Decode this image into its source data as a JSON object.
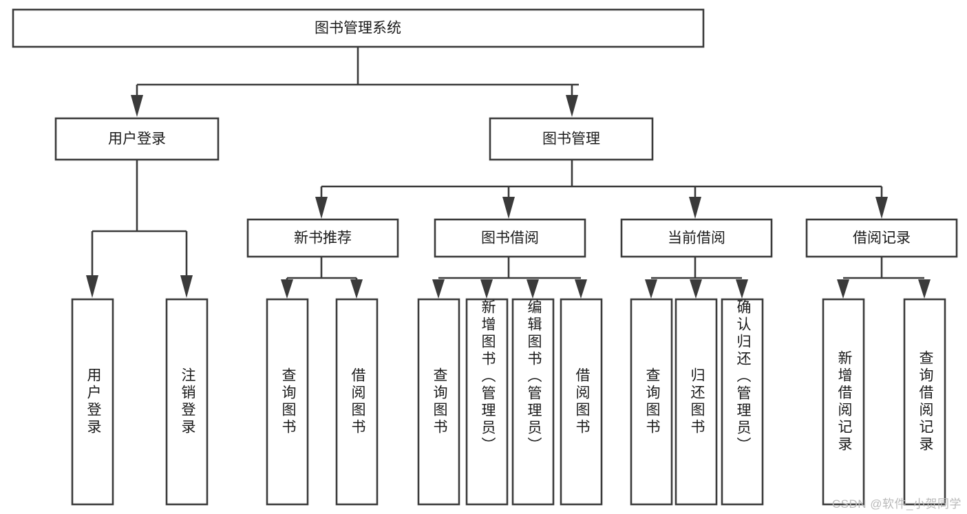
{
  "diagram": {
    "title": "图书管理系统",
    "type": "tree",
    "orientation": "top-down",
    "colors": {
      "box_stroke": "#3a3a3a",
      "box_fill": "#ffffff",
      "text": "#1a1a1a",
      "background": "#ffffff",
      "watermark": "#b9b9b9"
    },
    "root": {
      "label": "图书管理系统"
    },
    "level2": [
      {
        "label": "用户登录"
      },
      {
        "label": "图书管理"
      }
    ],
    "level3": [
      {
        "label": "新书推荐"
      },
      {
        "label": "图书借阅"
      },
      {
        "label": "当前借阅"
      },
      {
        "label": "借阅记录"
      }
    ],
    "leaves": {
      "user_login": [
        {
          "label": "用户登录"
        },
        {
          "label": "注销登录"
        }
      ],
      "new_book_recommend": [
        {
          "label": "查询图书"
        },
        {
          "label": "借阅图书"
        }
      ],
      "book_borrow": [
        {
          "label": "查询图书"
        },
        {
          "label": "新增图书（管理员）"
        },
        {
          "label": "编辑图书（管理员）"
        },
        {
          "label": "借阅图书"
        }
      ],
      "current_borrow": [
        {
          "label": "查询图书"
        },
        {
          "label": "归还图书"
        },
        {
          "label": "确认归还（管理员）"
        }
      ],
      "borrow_record": [
        {
          "label": "新增借阅记录"
        },
        {
          "label": "查询借阅记录"
        }
      ]
    }
  },
  "watermark": {
    "text": "CSDN @软件_小贺同学"
  }
}
